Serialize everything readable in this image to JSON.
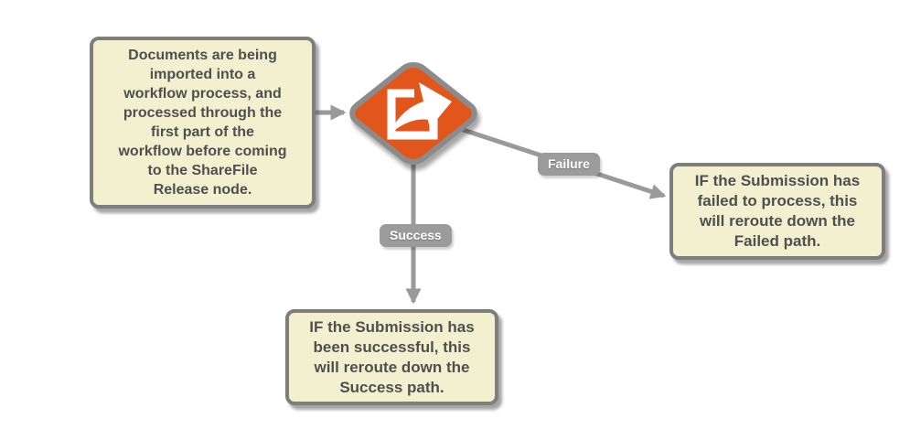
{
  "diagram": {
    "import_note": {
      "lines": [
        "Documents are being",
        "imported into a",
        "workflow process, and",
        "processed through the",
        "first part of the",
        "workflow before coming",
        "to the ShareFile",
        "Release node."
      ]
    },
    "release_node": {
      "icon": "share-release-icon",
      "fill": "#E2571C"
    },
    "failure_edge": {
      "label": "Failure"
    },
    "success_edge": {
      "label": "Success"
    },
    "failed_note": {
      "lines": [
        "IF the Submission has",
        "failed to process, this",
        "will reroute down the",
        "Failed path."
      ]
    },
    "success_note": {
      "lines": [
        "IF the Submission has",
        "been successful, this",
        "will reroute down the",
        "Success path."
      ]
    },
    "colors": {
      "note_background": "#F2F0CE",
      "note_border": "#7E7E7E",
      "note_text": "#4F4F4F",
      "node_fill": "#E2571C",
      "node_border": "#8B8B8B",
      "connector": "#9A9A9A",
      "label_background": "#9B9B9B",
      "label_text": "#FFFFFF"
    }
  }
}
